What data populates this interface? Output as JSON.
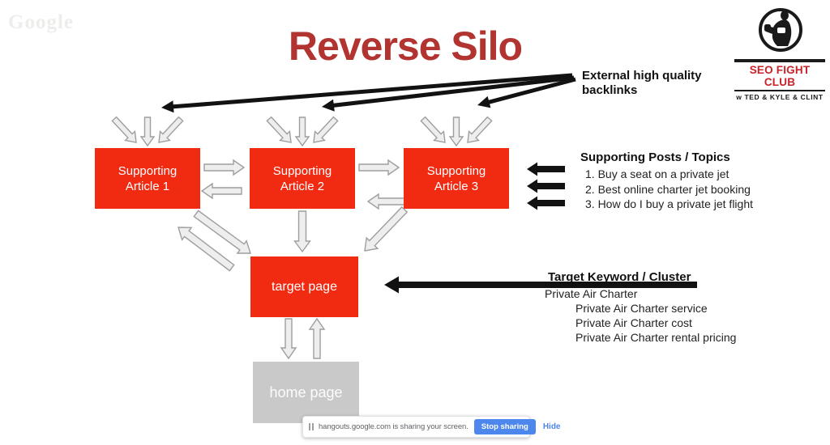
{
  "watermark": "Google",
  "title": "Reverse Silo",
  "logo": {
    "name": "SEO FIGHT CLUB",
    "tagline": "w TED & KYLE & CLINT"
  },
  "callouts": {
    "backlinks": "External high quality backlinks",
    "supporting_title": "Supporting Posts / Topics",
    "supporting_items": [
      "1. Buy a seat on a private jet",
      "2. Best online charter jet booking",
      "3. How do I buy a private jet flight"
    ],
    "target_title": "Target Keyword / Cluster",
    "target_keyword": "Private Air Charter",
    "target_items": [
      "Private Air Charter service",
      "Private Air Charter cost",
      "Private Air Charter rental pricing"
    ]
  },
  "boxes": {
    "a1": {
      "line1": "Supporting",
      "line2": "Article 1"
    },
    "a2": {
      "line1": "Supporting",
      "line2": "Article 2"
    },
    "a3": {
      "line1": "Supporting",
      "line2": "Article 3"
    },
    "target": {
      "label": "target page"
    },
    "home": {
      "label": "home page"
    }
  },
  "notification": {
    "message": "hangouts.google.com is sharing your screen.",
    "stop_button": "Stop sharing",
    "hide_button": "Hide"
  },
  "colors": {
    "box_red": "#f02b12",
    "title_red": "#b23430",
    "logo_red": "#c9222a",
    "home_gray": "#c9c9c9",
    "button_blue": "#4d86ec",
    "arrow_black": "#121212",
    "hollow_fill": "#eeeeee",
    "hollow_stroke": "#9e9e9e"
  }
}
